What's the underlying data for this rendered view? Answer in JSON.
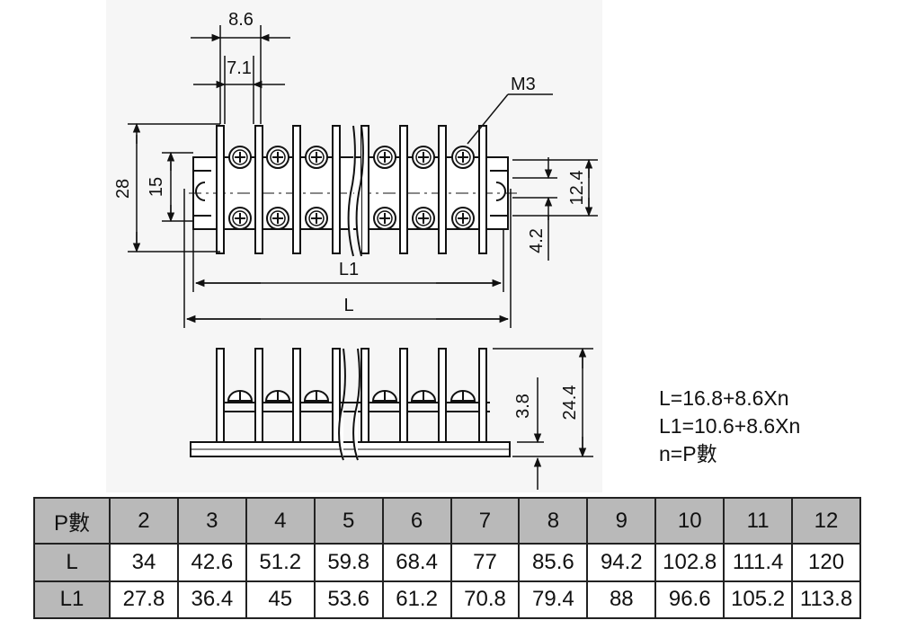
{
  "dimensions": {
    "pitch": "8.6",
    "slot": "7.1",
    "screw": "M3",
    "height": "28",
    "mount_spacing": "15",
    "body_height": "12.4",
    "offset": "4.2",
    "l1": "L1",
    "l": "L",
    "side_height_small": "3.8",
    "side_height_total": "24.4"
  },
  "formulas": {
    "l": "L=16.8+8.6Xn",
    "l1": "L1=10.6+8.6Xn",
    "n": "n=P數"
  },
  "table": {
    "header": [
      "P數",
      "2",
      "3",
      "4",
      "5",
      "6",
      "7",
      "8",
      "9",
      "10",
      "11",
      "12"
    ],
    "rows": [
      [
        "L",
        "34",
        "42.6",
        "51.2",
        "59.8",
        "68.4",
        "77",
        "85.6",
        "94.2",
        "102.8",
        "111.4",
        "120"
      ],
      [
        "L1",
        "27.8",
        "36.4",
        "45",
        "53.6",
        "61.2",
        "70.8",
        "79.4",
        "88",
        "96.6",
        "105.2",
        "113.8"
      ]
    ]
  }
}
